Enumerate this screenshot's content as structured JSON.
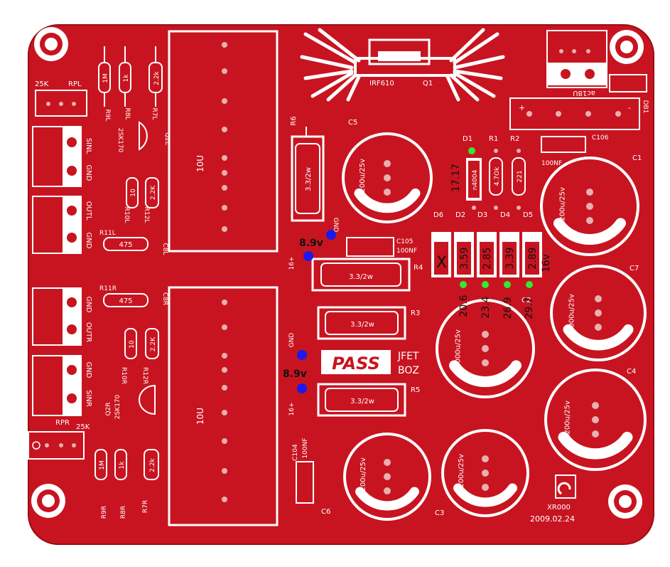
{
  "colors": {
    "board": "#c81420",
    "board_dark": "#a80e18",
    "silk": "#ffffff",
    "pad": "#e8b0b0",
    "hole": "#f4f4f4",
    "green_dot": "#33e833",
    "blue_dot": "#1a1aee",
    "annotation": "#111111"
  },
  "board": {
    "brand": "PASS",
    "title_line1": "JFET",
    "title_line2": "BOZ",
    "maker": "XR000",
    "date": "2009.02.24"
  },
  "labels": {
    "pot_left_value": "25K",
    "pot_left_name": "RPL",
    "pot_right_value": "25K",
    "pot_right_name": "RPR",
    "sinl": "SINL",
    "gnd_1": "GND",
    "outl": "OUTL",
    "gnd_2": "GND",
    "gnd_3": "GND",
    "outr": "OUTR",
    "gnd_4": "GND",
    "sinr": "SINR",
    "r9l": "R9L",
    "r8l": "R8L",
    "r7l": "R7L",
    "r9l_val": "1M",
    "r8l_val": "1k",
    "r7l_val": "2.2k",
    "q2l_part": "2SK170",
    "q2l": "Q2L",
    "r10l": "R10L",
    "r12l": "R12L",
    "r10l_val": "10",
    "r12l_val": "2.2K",
    "r11l": "R11L",
    "r11l_val": "475",
    "c8l": "C8L",
    "r11r": "R11R",
    "r11r_val": "475",
    "c8r": "C8R",
    "r10r": "R10R",
    "r12r": "R12R",
    "r10r_val": "10",
    "r12r_val": "2.2K",
    "q2r": "Q2R",
    "q2r_part": "2SK170",
    "r9r": "R9R",
    "r8r": "R8R",
    "r7r": "R7R",
    "r9r_val": "1M",
    "r8r_val": "1k",
    "r7r_val": "2.2k",
    "big_cap_top": "10U",
    "big_cap_bottom": "10U",
    "r6": "R6",
    "r6_val": "3.3/2w",
    "gnd_top": "GND",
    "plus_top": "16+",
    "gnd_mid": "GND",
    "plus_bottom": "16+",
    "r4": "R4",
    "r4_val": "3.3/2w",
    "r3": "R3",
    "r3_val": "3.3/2w",
    "r5": "R5",
    "r5_val": "3.3/2w",
    "c105": "C105",
    "c105_val": "100NF",
    "c104": "C104",
    "c104_val": "100NF",
    "mosfet": "IRF610",
    "q1": "Q1",
    "c5": "C5",
    "c5_val": "2200u/25v",
    "c6": "C6",
    "c6_val": "2200u/25v",
    "c3": "C3",
    "c3_val": "2200u/25v",
    "c2_val": "1000u/25v",
    "c1": "C1",
    "c1_val": "2200u/25v",
    "c7": "C7",
    "c7_val": "1000u/25v",
    "c4": "C4",
    "c4_val": "2200u/25v",
    "d1": "D1",
    "r1": "R1",
    "r2": "R2",
    "d1_val": "n4004",
    "r1_val": "4.7Ok",
    "r2_val": "221",
    "d6": "D6",
    "d2": "D2",
    "d3": "D3",
    "d4": "D4",
    "d5": "D5",
    "c2": "C2",
    "c106": "C106",
    "c106_val": "100NF",
    "ac_in": "ac18U",
    "db1": "DB1",
    "db_plus": "+",
    "db_minus": "-"
  },
  "annotations": {
    "top_voltage": "8.9v",
    "bottom_voltage": "8.9v",
    "d1_voltage": "17.17",
    "diode_x": "X",
    "d2_reading": "3.59",
    "d3_reading": "2.85",
    "d4_reading": "3.39",
    "d5_reading": "2.89",
    "supply_rating": "16v",
    "tp1": "20.6",
    "tp2": "23.4",
    "tp3": "26.9",
    "tp4": "29.7"
  }
}
